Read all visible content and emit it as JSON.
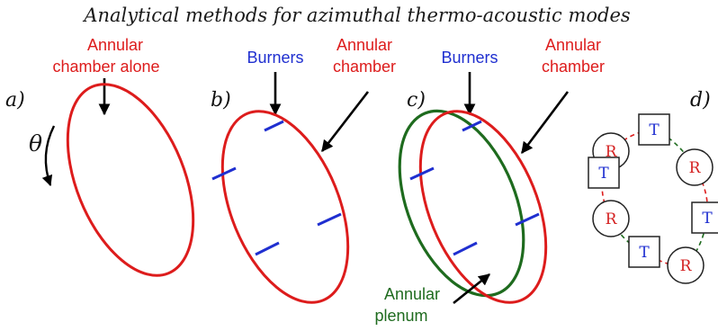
{
  "title": "Analytical methods for azimuthal thermo-acoustic modes",
  "colors": {
    "chamber": "#dd1c1c",
    "burner": "#1f2fd0",
    "plenum": "#1e6b1e",
    "arrow": "#000000",
    "R_text": "#d42020",
    "T_text": "#1f2fd0"
  },
  "panels": {
    "a": {
      "letter": "a)",
      "label_line1": "Annular",
      "label_line2": "chamber alone",
      "theta": "θ"
    },
    "b": {
      "letter": "b)",
      "burners_label": "Burners",
      "chamber_line1": "Annular",
      "chamber_line2": "chamber"
    },
    "c": {
      "letter": "c)",
      "burners_label": "Burners",
      "chamber_line1": "Annular",
      "chamber_line2": "chamber",
      "plenum_line1": "Annular",
      "plenum_line2": "plenum"
    },
    "d": {
      "letter": "d)",
      "nodes": [
        {
          "label": "R",
          "shape": "circle"
        },
        {
          "label": "T",
          "shape": "square"
        },
        {
          "label": "R",
          "shape": "circle"
        },
        {
          "label": "T",
          "shape": "square"
        },
        {
          "label": "R",
          "shape": "circle"
        },
        {
          "label": "T",
          "shape": "square"
        },
        {
          "label": "R",
          "shape": "circle"
        },
        {
          "label": "T",
          "shape": "square"
        }
      ]
    }
  }
}
